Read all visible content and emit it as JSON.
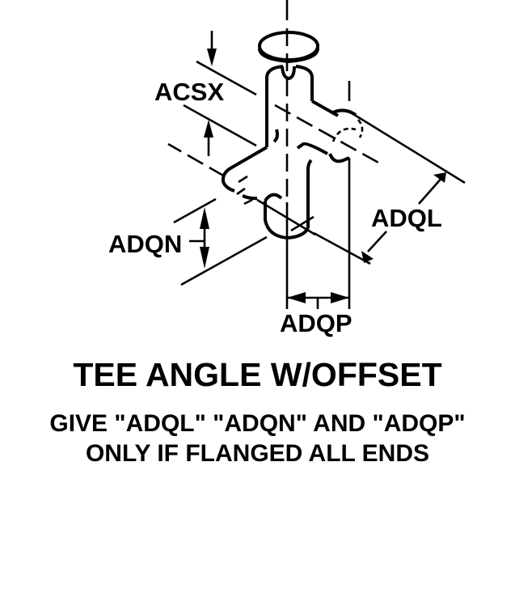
{
  "diagram": {
    "part_name": "TEE ANGLE W/OFFSET",
    "dimension_labels": {
      "acsx": "ACSX",
      "adqn": "ADQN",
      "adql": "ADQL",
      "adqp": "ADQP"
    },
    "notes": [
      "GIVE \"ADQL\" \"ADQN\" AND \"ADQP\"",
      "ONLY IF FLANGED ALL ENDS"
    ],
    "colors": {
      "ink": "#000000",
      "background": "#ffffff"
    }
  }
}
